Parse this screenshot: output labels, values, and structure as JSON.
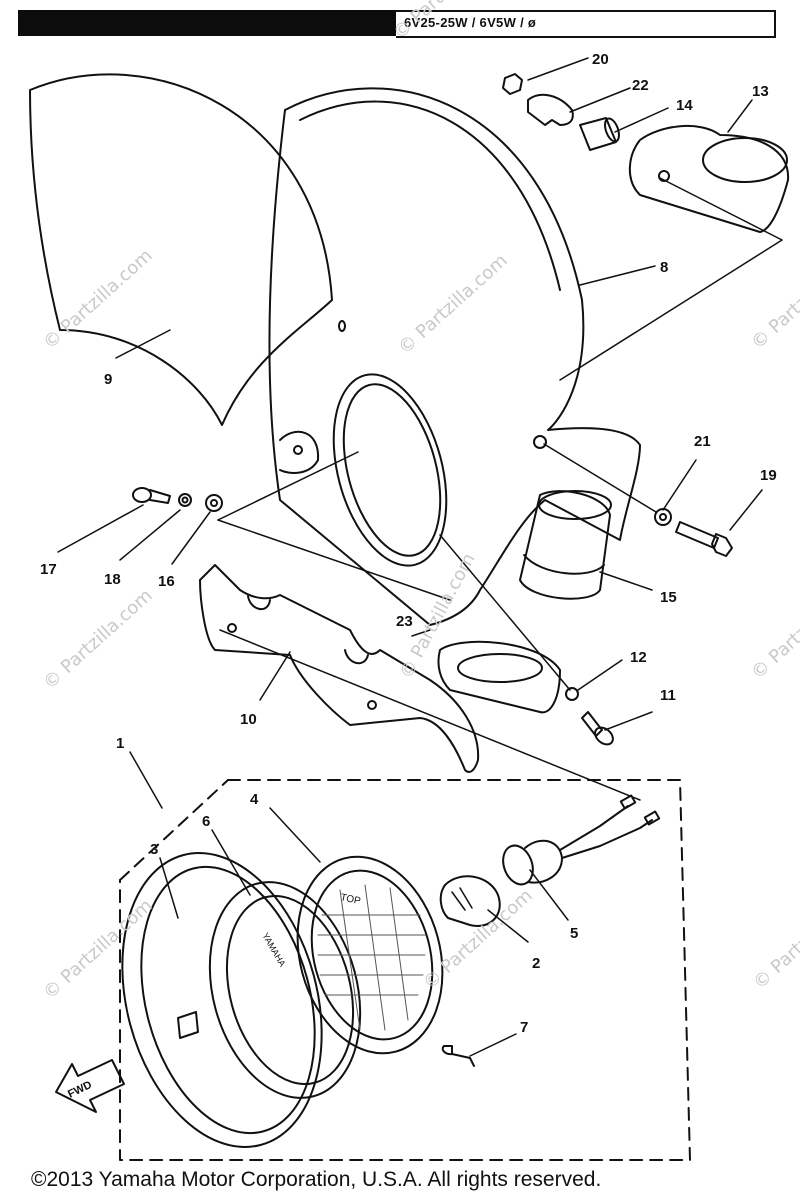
{
  "header": {
    "spec": "6V25-25W / 6V5W / ø"
  },
  "callouts": [
    "1",
    "2",
    "3",
    "4",
    "5",
    "6",
    "7",
    "8",
    "9",
    "10",
    "11",
    "12",
    "13",
    "14",
    "15",
    "16",
    "17",
    "18",
    "19",
    "20",
    "21",
    "22",
    "23"
  ],
  "watermark": "© Partzilla.com",
  "fwd_label": "FWD",
  "headlight": {
    "top_text": "TOP",
    "rim_text": "YAMAHA"
  },
  "footer": {
    "copyright": "©2013  Yamaha Motor Corporation, U.S.A. All rights reserved."
  }
}
